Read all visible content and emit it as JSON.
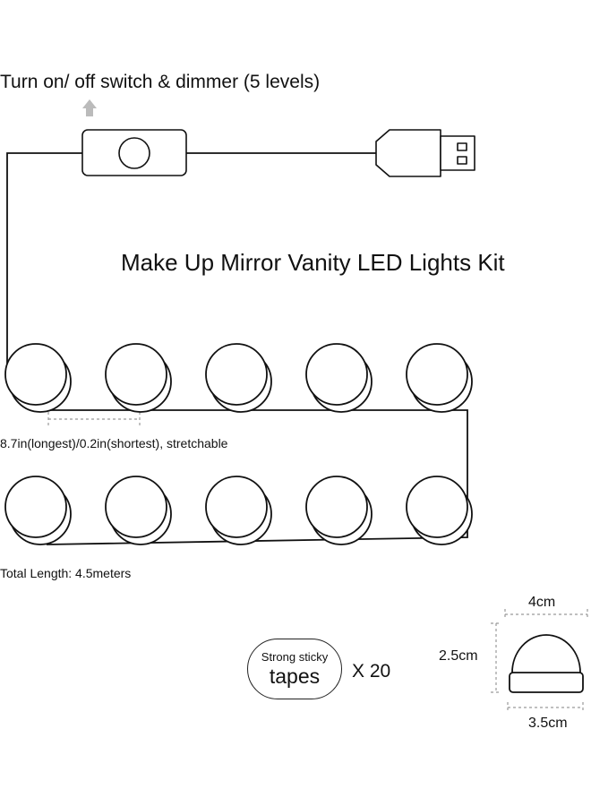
{
  "switch_label": "Turn on/ off switch & dimmer (5 levels)",
  "kit_title": "Make Up Mirror Vanity LED Lights Kit",
  "spacing_label": "8.7in(longest)/0.2in(shortest), stretchable",
  "length_label": "Total Length: 4.5meters",
  "tape": {
    "line1": "Strong sticky",
    "line2": "tapes",
    "quantity": "X 20"
  },
  "bulb_dimensions": {
    "top_width": "4cm",
    "height": "2.5cm",
    "bottom_width": "3.5cm"
  },
  "rows": [
    {
      "bulb_count": 5
    },
    {
      "bulb_count": 5
    }
  ],
  "colors": {
    "line": "#111111",
    "arrow": "#bbbbbb",
    "dash": "#999999",
    "bulb_fill": "#ffffff"
  }
}
